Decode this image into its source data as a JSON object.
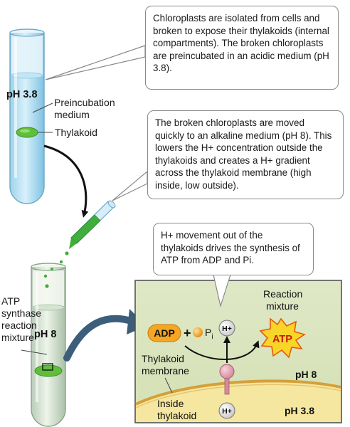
{
  "callouts": {
    "step1": "Chloroplasts are isolated from cells and broken to expose their thylakoids (internal compartments). The broken chloroplasts are preincubated in an acidic medium (pH 3.8).",
    "step2": "The broken chloroplasts are moved quickly to an alkaline medium (pH 8). This lowers the H+ concentration outside the thylakoids and creates a H+ gradient across the thylakoid membrane (high inside, low outside).",
    "step3": "H+ movement out of the thylakoids drives the synthesis of ATP from ADP and Pi."
  },
  "tube1": {
    "ph": "pH 3.8",
    "medium_label_1": "Preincubation",
    "medium_label_2": "medium",
    "thylakoid_label": "Thylakoid"
  },
  "tube2": {
    "ph": "pH 8",
    "label_1": "ATP",
    "label_2": "synthase",
    "label_3": "reaction",
    "label_4": "mixture"
  },
  "inset": {
    "adp": "ADP",
    "plus": "+",
    "pi": "P",
    "pi_sub": "i",
    "h_top": "H+",
    "h_bottom": "H+",
    "atp": "ATP",
    "reaction_1": "Reaction",
    "reaction_2": "mixture",
    "membrane_1": "Thylakoid",
    "membrane_2": "membrane",
    "inside_1": "Inside",
    "inside_2": "thylakoid",
    "ph_out": "pH 8",
    "ph_in": "pH 3.8"
  },
  "colors": {
    "tube_liquid": "#a8d8ef",
    "thylakoid_green": "#5fbf3a",
    "inset_bg": "#e1e9c8",
    "inside_bg": "#f7e9a6",
    "adp_orange": "#f5a623",
    "atp_burst": "#f9d52a"
  }
}
